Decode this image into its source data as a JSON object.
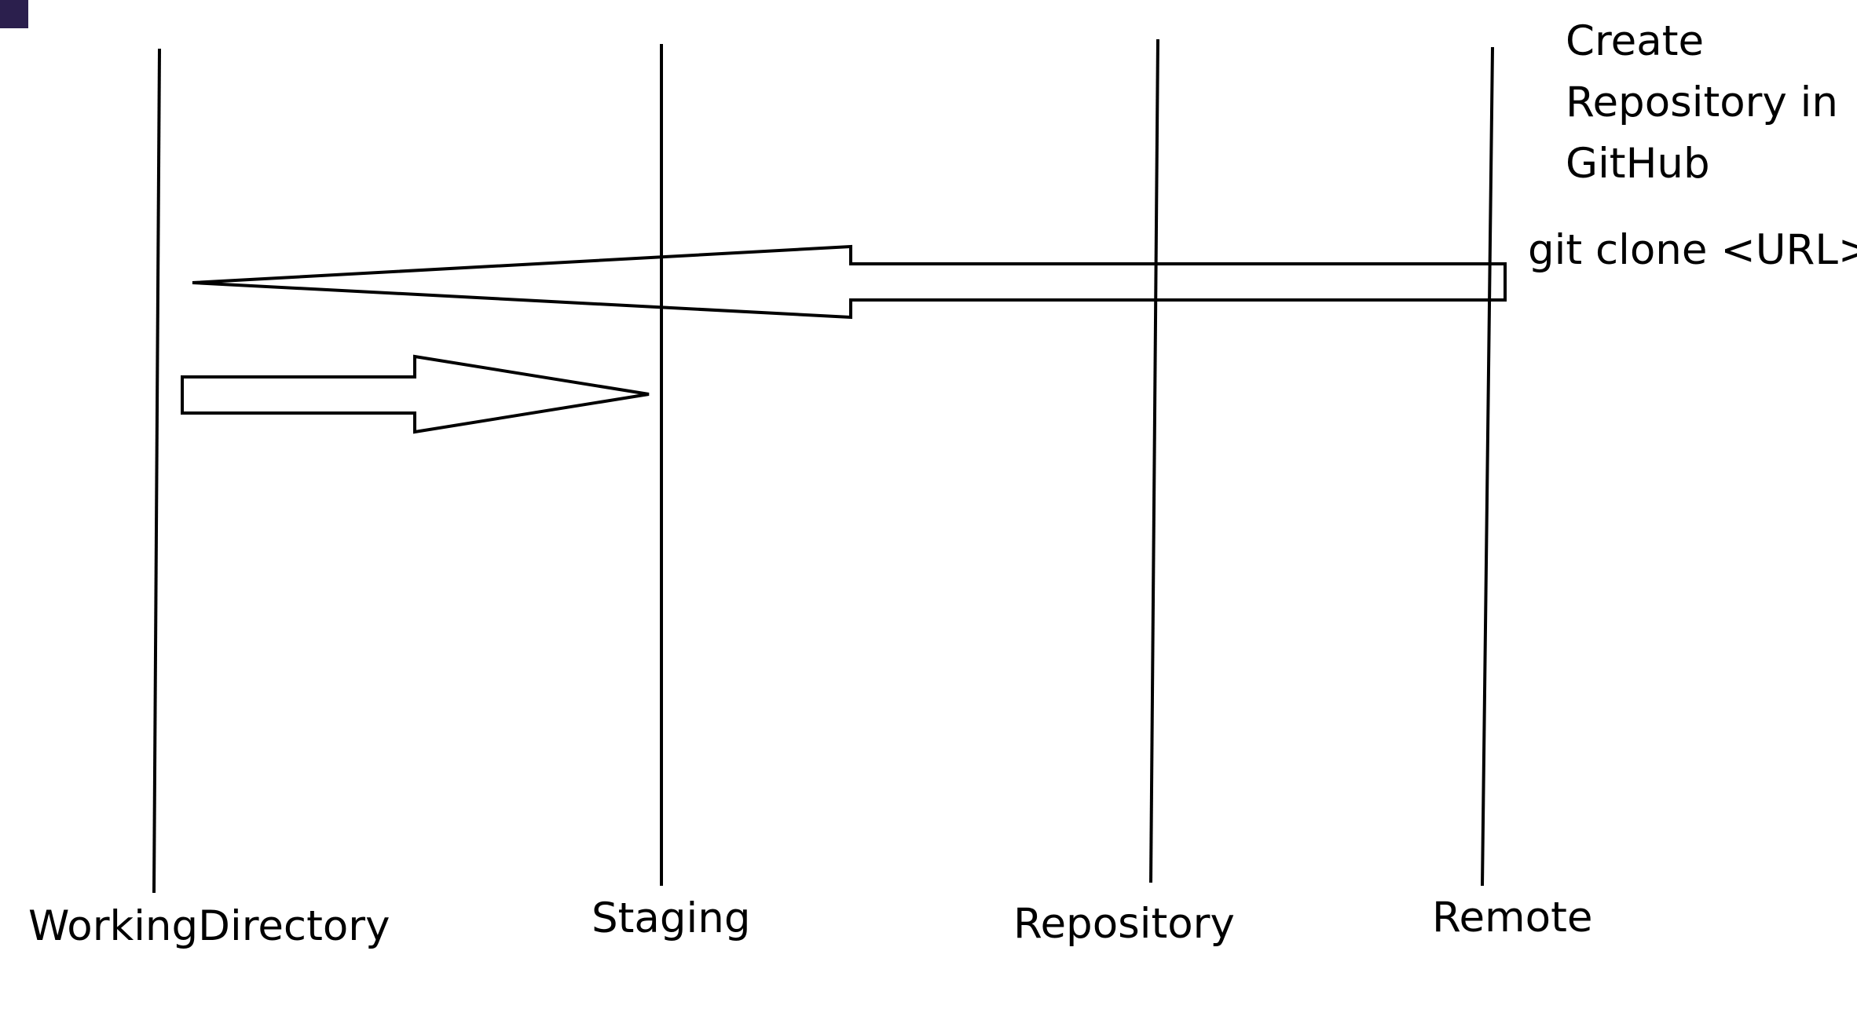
{
  "lanes": [
    {
      "id": "working",
      "label": "WorkingDirectory"
    },
    {
      "id": "staging",
      "label": "Staging"
    },
    {
      "id": "repo",
      "label": "Repository"
    },
    {
      "id": "remote",
      "label": "Remote"
    }
  ],
  "annotations": {
    "create_repo": [
      "Create",
      "Repository in",
      "GitHub"
    ],
    "clone_command": "git clone <URL>"
  },
  "arrows": [
    {
      "from": "remote",
      "to": "working",
      "label": "git clone <URL>"
    },
    {
      "from": "working",
      "to": "staging",
      "label": ""
    }
  ],
  "colors": {
    "line": "#000000",
    "background": "#ffffff",
    "corner_mark": "#2b1f4d"
  }
}
